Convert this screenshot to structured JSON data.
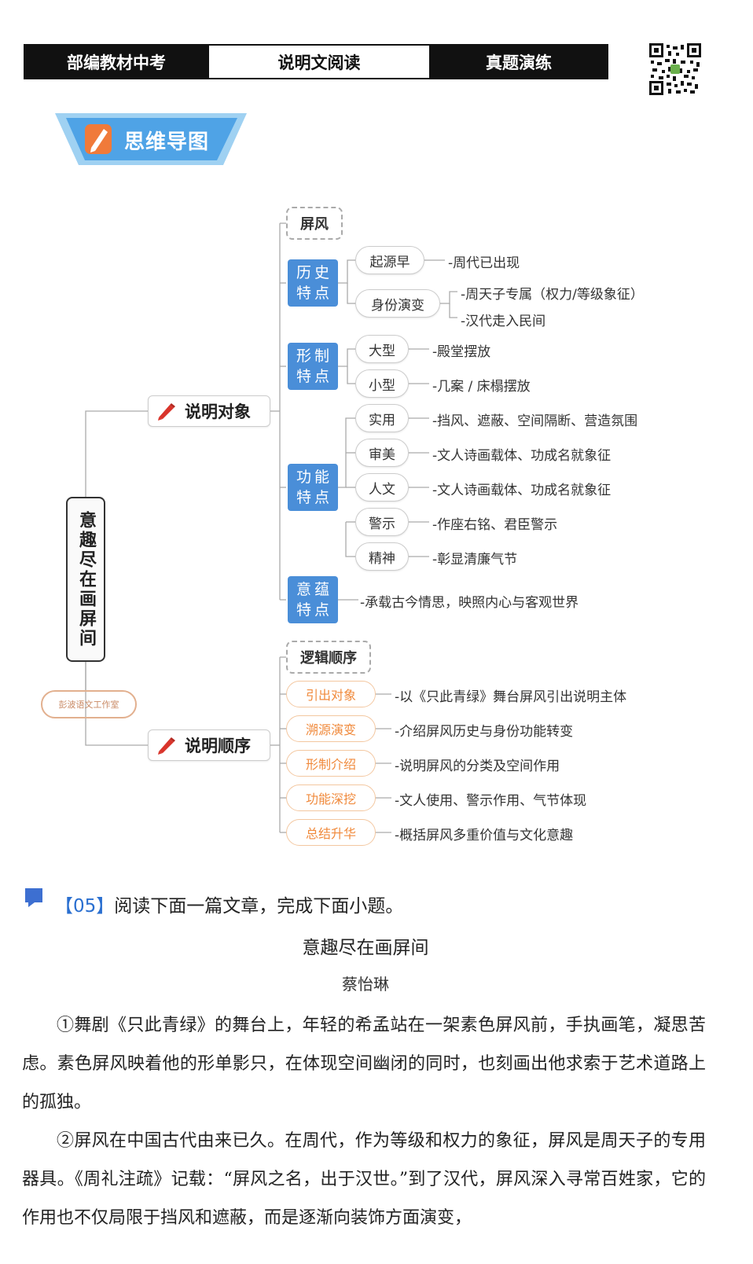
{
  "header": {
    "left": "部编教材中考",
    "center": "说明文阅读",
    "right": "真题演练"
  },
  "banner": {
    "label": "思维导图"
  },
  "mindmap": {
    "root": "意趣尽在画屏间",
    "stamp": "彭波语文工作室",
    "object": {
      "label": "说明对象",
      "subject": "屏风",
      "history": {
        "label": "历史特点",
        "items": [
          {
            "label": "起源早",
            "leaves": [
              "-周代已出现"
            ]
          },
          {
            "label": "身份演变",
            "leaves": [
              "-周天子专属（权力/等级象征）",
              "-汉代走入民间"
            ]
          }
        ]
      },
      "form": {
        "label": "形制特点",
        "items": [
          {
            "label": "大型",
            "leaf": "-殿堂摆放"
          },
          {
            "label": "小型",
            "leaf": "-几案 / 床榻摆放"
          }
        ]
      },
      "function": {
        "label": "功能特点",
        "items": [
          {
            "label": "实用",
            "leaf": "-挡风、遮蔽、空间隔断、营造氛围"
          },
          {
            "label": "审美",
            "leaf": "-文人诗画载体、功成名就象征"
          },
          {
            "label": "人文",
            "leaf": "-文人诗画载体、功成名就象征"
          },
          {
            "label": "警示",
            "leaf": "-作座右铭、君臣警示"
          },
          {
            "label": "精神",
            "leaf": "-彰显清廉气节"
          }
        ]
      },
      "meaning": {
        "label": "意蕴特点",
        "leaf": "-承载古今情思，映照内心与客观世界"
      }
    },
    "order": {
      "label": "说明顺序",
      "subject": "逻辑顺序",
      "items": [
        {
          "label": "引出对象",
          "leaf": "-以《只此青绿》舞台屏风引出说明主体"
        },
        {
          "label": "溯源演变",
          "leaf": "-介绍屏风历史与身份功能转变"
        },
        {
          "label": "形制介绍",
          "leaf": "-说明屏风的分类及空间作用"
        },
        {
          "label": "功能深挖",
          "leaf": "-文人使用、警示作用、气节体现"
        },
        {
          "label": "总结升华",
          "leaf": "-概括屏风多重价值与文化意趣"
        }
      ]
    }
  },
  "question": {
    "number": "【05】",
    "prompt": "阅读下面一篇文章，完成下面小题。"
  },
  "article": {
    "title": "意趣尽在画屏间",
    "author": "蔡怡琳",
    "paragraphs": [
      "①舞剧《只此青绿》的舞台上，年轻的希孟站在一架素色屏风前，手执画笔，凝思苦虑。素色屏风映着他的形单影只，在体现空间幽闭的同时，也刻画出他求索于艺术道路上的孤独。",
      "②屏风在中国古代由来已久。在周代，作为等级和权力的象征，屏风是周天子的专用器具。《周礼注疏》记载：“屏风之名，出于汉世。”到了汉代，屏风深入寻常百姓家，它的作用也不仅局限于挡风和遮蔽，而是逐渐向装饰方面演变，"
    ]
  }
}
